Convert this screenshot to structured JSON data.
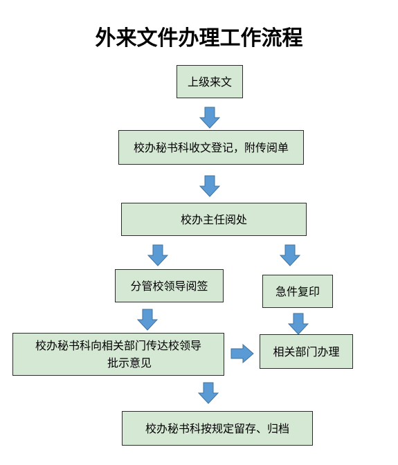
{
  "title": "外来文件办理工作流程",
  "colors": {
    "box_fill": "#d5e8d4",
    "box_border": "#2b2b2b",
    "arrow_fill": "#5b9bd5",
    "arrow_stroke": "#41719c"
  },
  "nodes": {
    "incoming": "上级来文",
    "register": "校办秘书科收文登记，附传阅单",
    "director": "校办主任阅处",
    "leader_sign": "分管校领导阅签",
    "urgent": "急件复印",
    "notify_line1": "校办秘书科向相关部门传达校领导",
    "notify_line2": "批示意见",
    "dept": "相关部门办理",
    "archive": "校办秘书科按规定留存、归档"
  }
}
